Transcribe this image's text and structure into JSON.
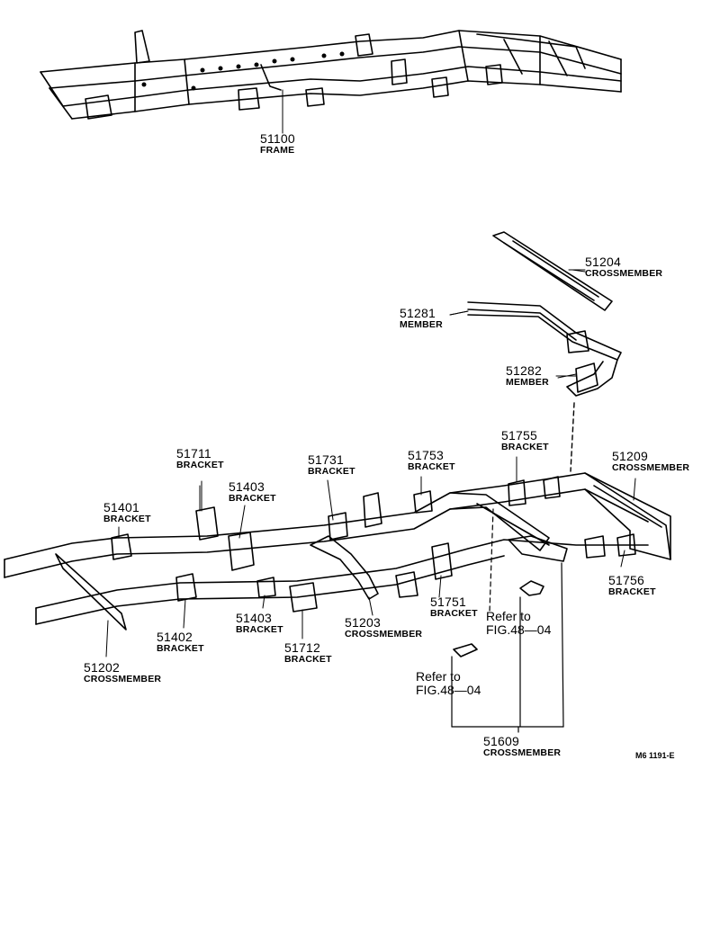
{
  "parts": {
    "p51100": {
      "number": "51100",
      "name": "FRAME"
    },
    "p51204": {
      "number": "51204",
      "name": "CROSSMEMBER"
    },
    "p51281": {
      "number": "51281",
      "name": "MEMBER"
    },
    "p51282": {
      "number": "51282",
      "name": "MEMBER"
    },
    "p51711": {
      "number": "51711",
      "name": "BRACKET"
    },
    "p51731": {
      "number": "51731",
      "name": "BRACKET"
    },
    "p51753": {
      "number": "51753",
      "name": "BRACKET"
    },
    "p51755": {
      "number": "51755",
      "name": "BRACKET"
    },
    "p51209": {
      "number": "51209",
      "name": "CROSSMEMBER"
    },
    "p51403a": {
      "number": "51403",
      "name": "BRACKET"
    },
    "p51401": {
      "number": "51401",
      "name": "BRACKET"
    },
    "p51756": {
      "number": "51756",
      "name": "BRACKET"
    },
    "p51751": {
      "number": "51751",
      "name": "BRACKET"
    },
    "p51402": {
      "number": "51402",
      "name": "BRACKET"
    },
    "p51403b": {
      "number": "51403",
      "name": "BRACKET"
    },
    "p51203": {
      "number": "51203",
      "name": "CROSSMEMBER"
    },
    "p51712": {
      "number": "51712",
      "name": "BRACKET"
    },
    "p51202": {
      "number": "51202",
      "name": "CROSSMEMBER"
    },
    "p51609": {
      "number": "51609",
      "name": "CROSSMEMBER"
    }
  },
  "refs": {
    "ref1": {
      "line1": "Refer to",
      "line2": "FIG.48—04"
    },
    "ref2": {
      "line1": "Refer to",
      "line2": "FIG.48—04"
    }
  },
  "diagram_code": "M6 1191-E"
}
